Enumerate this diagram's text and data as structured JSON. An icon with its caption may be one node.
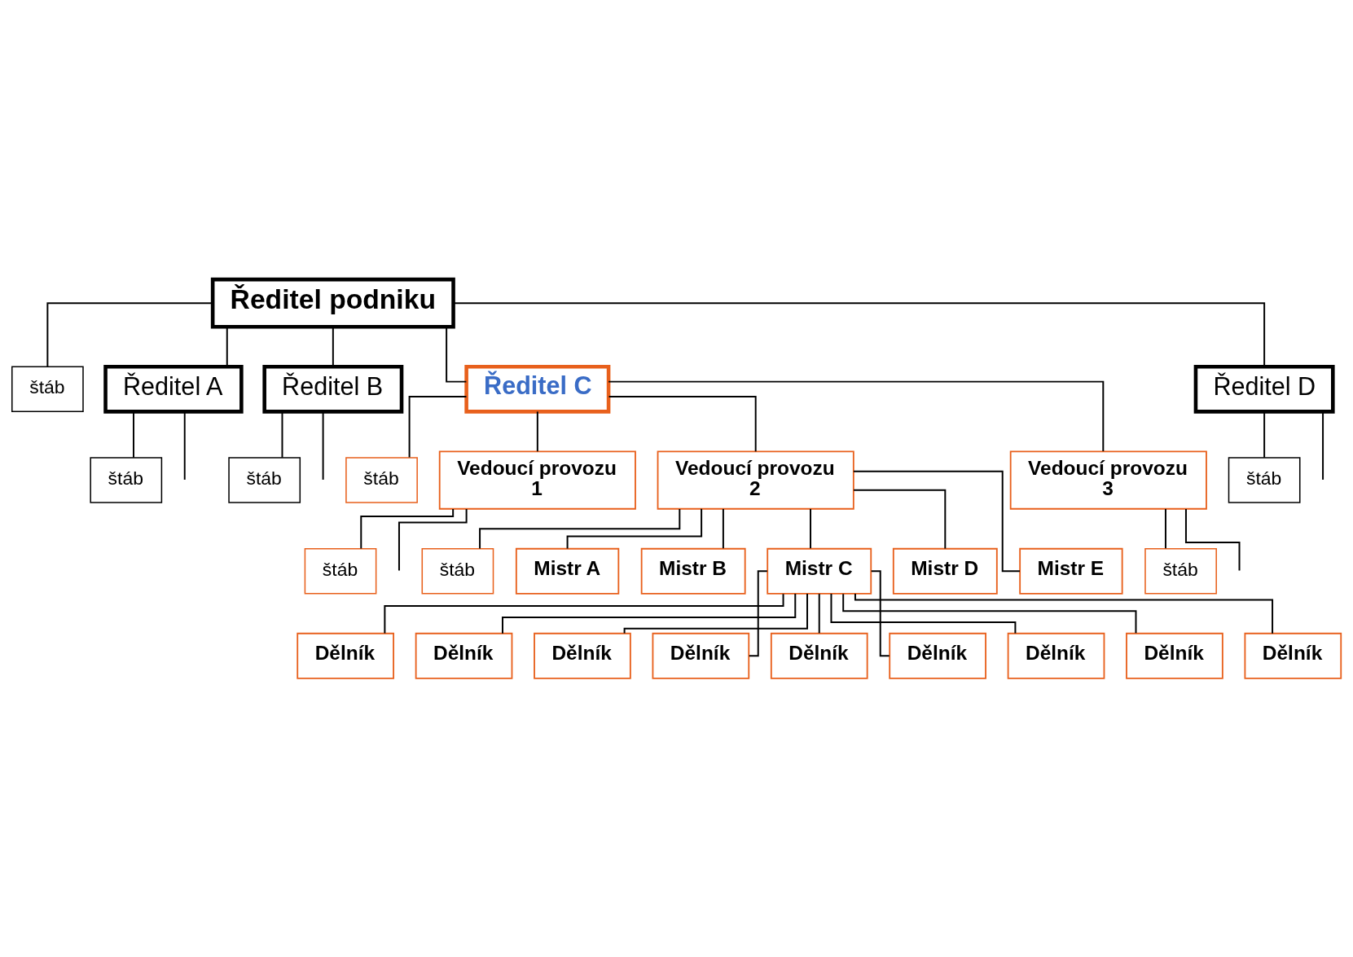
{
  "diagram": {
    "nodes": [
      {
        "text": [
          "Ředitel podniku"
        ]
      },
      {
        "text": [
          "štáb"
        ]
      },
      {
        "text": [
          "Ředitel A"
        ]
      },
      {
        "text": [
          "Ředitel B"
        ]
      },
      {
        "text": [
          "Ředitel C"
        ]
      },
      {
        "text": [
          "Ředitel D"
        ]
      },
      {
        "text": [
          "štáb"
        ]
      },
      {
        "text": [
          "štáb"
        ]
      },
      {
        "text": [
          "štáb"
        ]
      },
      {
        "text": [
          "štáb"
        ]
      },
      {
        "text": [
          "Vedoucí provozu 1"
        ]
      },
      {
        "text": [
          "Vedoucí provozu 2"
        ]
      },
      {
        "text": [
          "Vedoucí provozu 3"
        ]
      },
      {
        "text": [
          "štáb"
        ]
      },
      {
        "text": [
          "štáb"
        ]
      },
      {
        "text": [
          "štáb"
        ]
      },
      {
        "text": [
          "Mistr A"
        ]
      },
      {
        "text": [
          "Mistr B"
        ]
      },
      {
        "text": [
          "Mistr C"
        ]
      },
      {
        "text": [
          "Mistr D"
        ]
      },
      {
        "text": [
          "Mistr E"
        ]
      },
      {
        "text": [
          "Dělník"
        ]
      },
      {
        "text": [
          "Dělník"
        ]
      },
      {
        "text": [
          "Dělník"
        ]
      },
      {
        "text": [
          "Dělník"
        ]
      },
      {
        "text": [
          "Dělník"
        ]
      },
      {
        "text": [
          "Dělník"
        ]
      },
      {
        "text": [
          "Dělník"
        ]
      },
      {
        "text": [
          "Dělník"
        ]
      },
      {
        "text": [
          "Dělník"
        ]
      }
    ],
    "edges": [
      {
        "from": 0,
        "to": 1,
        "arrow": "none"
      },
      {
        "from": 0,
        "to": 2,
        "arrow": "none"
      },
      {
        "from": 0,
        "to": 3,
        "arrow": "none"
      },
      {
        "from": 0,
        "to": 4,
        "arrow": "none"
      },
      {
        "from": 0,
        "to": 5,
        "arrow": "none"
      },
      {
        "from": 2,
        "to": 6,
        "arrow": "none"
      },
      {
        "from": 2,
        "to": null,
        "arrow": "none"
      },
      {
        "from": 3,
        "to": 7,
        "arrow": "none"
      },
      {
        "from": 3,
        "to": null,
        "arrow": "none"
      },
      {
        "from": 4,
        "to": 8,
        "arrow": "none"
      },
      {
        "from": 5,
        "to": 9,
        "arrow": "none"
      },
      {
        "from": 5,
        "to": null,
        "arrow": "none"
      },
      {
        "from": 4,
        "to": 10,
        "arrow": "none"
      },
      {
        "from": 4,
        "to": 11,
        "arrow": "none"
      },
      {
        "from": 4,
        "to": 12,
        "arrow": "none"
      },
      {
        "from": 10,
        "to": 13,
        "arrow": "none"
      },
      {
        "from": 10,
        "to": null,
        "arrow": "none"
      },
      {
        "from": 11,
        "to": 14,
        "arrow": "none"
      },
      {
        "from": 12,
        "to": 15,
        "arrow": "none"
      },
      {
        "from": 12,
        "to": null,
        "arrow": "none"
      },
      {
        "from": 11,
        "to": 16,
        "arrow": "none"
      },
      {
        "from": 11,
        "to": 17,
        "arrow": "none"
      },
      {
        "from": 11,
        "to": 18,
        "arrow": "none"
      },
      {
        "from": 11,
        "to": 19,
        "arrow": "none"
      },
      {
        "from": 11,
        "to": 20,
        "arrow": "none"
      },
      {
        "from": 18,
        "to": 21,
        "arrow": "none"
      },
      {
        "from": 18,
        "to": 22,
        "arrow": "none"
      },
      {
        "from": 18,
        "to": 23,
        "arrow": "none"
      },
      {
        "from": 18,
        "to": 24,
        "arrow": "none"
      },
      {
        "from": 18,
        "to": 25,
        "arrow": "none"
      },
      {
        "from": 18,
        "to": 26,
        "arrow": "none"
      },
      {
        "from": 18,
        "to": 27,
        "arrow": "none"
      },
      {
        "from": 18,
        "to": 28,
        "arrow": "none"
      },
      {
        "from": 18,
        "to": 29,
        "arrow": "none"
      }
    ]
  }
}
